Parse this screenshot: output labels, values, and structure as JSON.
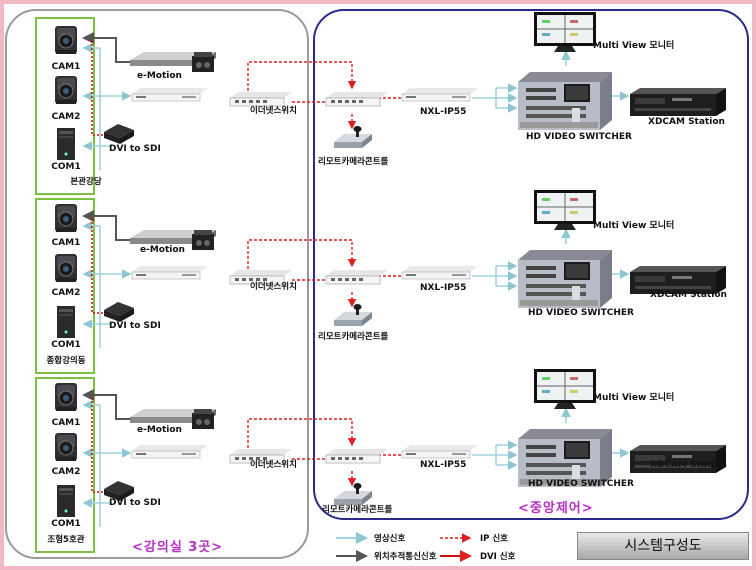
{
  "rooms": [
    {
      "cam1": "CAM1",
      "cam2": "CAM2",
      "com": "COM1",
      "dvi": "DVI to SDI",
      "emotion": "e-Motion",
      "switch": "이더넷스위치",
      "building": "본관강당"
    },
    {
      "cam1": "CAM1",
      "cam2": "CAM2",
      "com": "COM1",
      "dvi": "DVI to SDI",
      "emotion": "e-Motion",
      "switch": "이더넷스위치",
      "building": "종합강의동"
    },
    {
      "cam1": "CAM1",
      "cam2": "CAM2",
      "com": "COM1",
      "dvi": "DVI to SDI",
      "emotion": "e-Motion",
      "switch": "이더넷스위치",
      "building": "조형5호관"
    }
  ],
  "control": [
    {
      "remote": "리모트카메라콘트롤",
      "ip55": "NXL-IP55",
      "monitor": "Multi View 모니터",
      "switcher": "HD VIDEO SWITCHER",
      "xdcam": "XDCAM Station"
    },
    {
      "remote": "리모트카메라콘트롤",
      "ip55": "NXL-IP55",
      "monitor": "Multi View 모니터",
      "switcher": "HD VIDEO SWITCHER",
      "xdcam": "XDCAM Station"
    },
    {
      "remote": "리모트카메라콘트롤",
      "ip55": "NXL-IP55",
      "monitor": "Multi View 모니터",
      "switcher": "HD VIDEO SWITCHER",
      "xdcam": "XDCAM Station"
    }
  ],
  "titles": {
    "lecture": "<강의실 3곳>",
    "central": "<중앙제어>",
    "system": "시스템구성도"
  },
  "legend": {
    "video": "영상신호",
    "ptz": "위치추적통신신호",
    "ip": "IP 신호",
    "dvi": "DVI 신호"
  },
  "colors": {
    "video": "#9fd3dd",
    "ptz": "#555555",
    "ip": "#e02020",
    "dvi": "#d01010",
    "lecture_border": "#9a9a9a",
    "central_border": "#2a2a8a",
    "building_box": "#7bc043"
  }
}
